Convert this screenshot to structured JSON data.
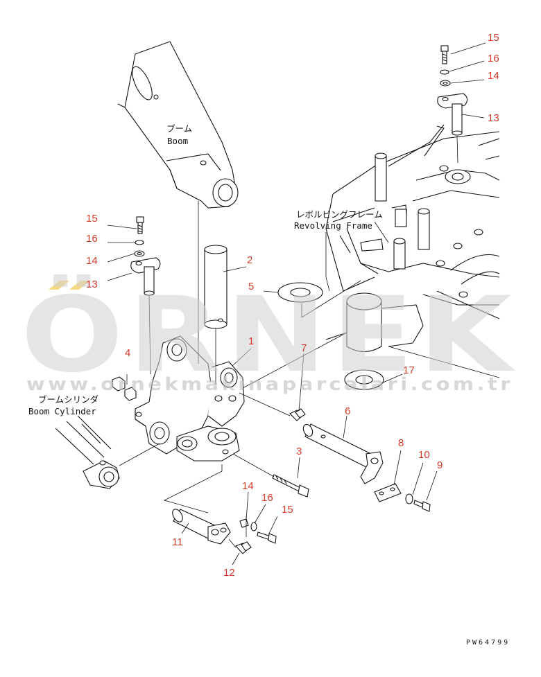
{
  "labels": {
    "boom_jp": "ブーム",
    "boom_en": "Boom",
    "frame_jp": "レボルビングフレーム",
    "frame_en": "Revolving Frame",
    "cyl_jp": "ブームシリンダ",
    "cyl_en": "Boom Cylinder"
  },
  "callouts": {
    "c15a": "15",
    "c16a": "16",
    "c14a": "14",
    "c13a": "13",
    "c15b": "15",
    "c16b": "16",
    "c14b": "14",
    "c13b": "13",
    "c2": "2",
    "c5": "5",
    "c1": "1",
    "c4": "4",
    "c7": "7",
    "c17": "17",
    "c6": "6",
    "c3": "3",
    "c8": "8",
    "c10": "10",
    "c9": "9",
    "c14c": "14",
    "c16c": "16",
    "c15c": "15",
    "c11": "11",
    "c12": "12"
  },
  "drawing_code": "PW64799",
  "watermark": {
    "brand": "ÖRNEK",
    "url": "www.ornekmakinaparcalari.com.tr"
  },
  "colors": {
    "callout": "#d43a2a",
    "line": "#111111",
    "watermark": "#cfcfcf",
    "watermark_accent": "#f2c94c"
  }
}
